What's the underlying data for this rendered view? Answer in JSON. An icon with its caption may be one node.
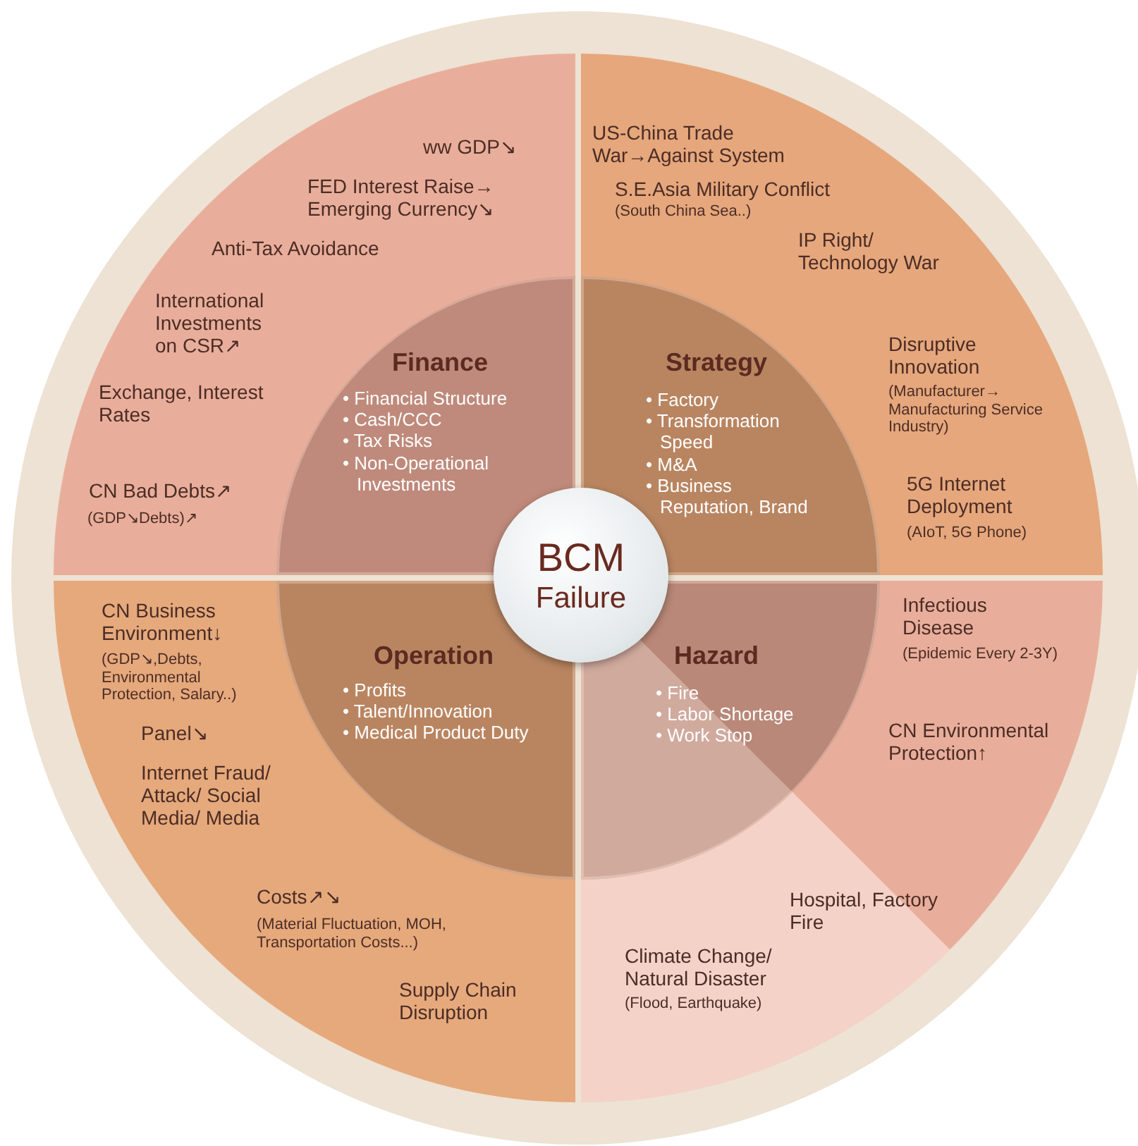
{
  "diagram": {
    "nodes": [
      {
        "text": [
          "ww GDP↘",
          "FED Interest Raise→ Emerging Currency↘",
          "Anti-Tax Avoidance",
          "International Investments on CSR↗",
          "Exchange, Interest Rates",
          "CN Bad Debts↗",
          "(GDP↘Debts)↗"
        ]
      },
      {
        "text": [
          "Finance",
          "• Financial Structure",
          "• Cash/CCC",
          "• Tax Risks",
          "• Non-Operational Investments"
        ],
        "in": 0
      },
      {
        "text": [
          "US-China Trade War→Against System",
          "S.E.Asia Military Conflict",
          "(South China Sea..)",
          "IP Right/ Technology War",
          "Disruptive Innovation",
          "(Manufacturer→ Manufacturing Service Industry)",
          "5G Internet Deployment",
          "(AIoT, 5G Phone)"
        ]
      },
      {
        "text": [
          "Strategy",
          "• Factory",
          "• Transformation Speed",
          "• M&A",
          "• Business Reputation, Brand"
        ],
        "in": 2
      },
      {
        "text": [
          "CN Business Environment↓",
          "(GDP↘,Debts, Environmental Protection, Salary..)",
          "Panel↘",
          "Internet Fraud/ Attack/ Social Media/ Media",
          "Costs↗↘",
          "(Material Fluctuation, MOH, Transportation Costs...)",
          "Supply Chain Disruption"
        ]
      },
      {
        "text": [
          "Operation",
          "• Profits",
          "• Talent/Innovation",
          "• Medical Product Duty"
        ],
        "in": 4
      },
      {
        "text": [
          "Infectious Disease",
          "(Epidemic Every 2-3Y)",
          "CN Environmental Protection↑",
          "Hospital, Factory Fire",
          "Climate Change/ Natural Disaster",
          "(Flood, Earthquake)"
        ]
      },
      {
        "text": [
          "Hazard",
          "• Fire",
          "• Labor Shortage",
          "• Work Stop"
        ],
        "in": 6
      },
      {
        "text": [
          "BCM",
          "Failure"
        ]
      }
    ]
  }
}
